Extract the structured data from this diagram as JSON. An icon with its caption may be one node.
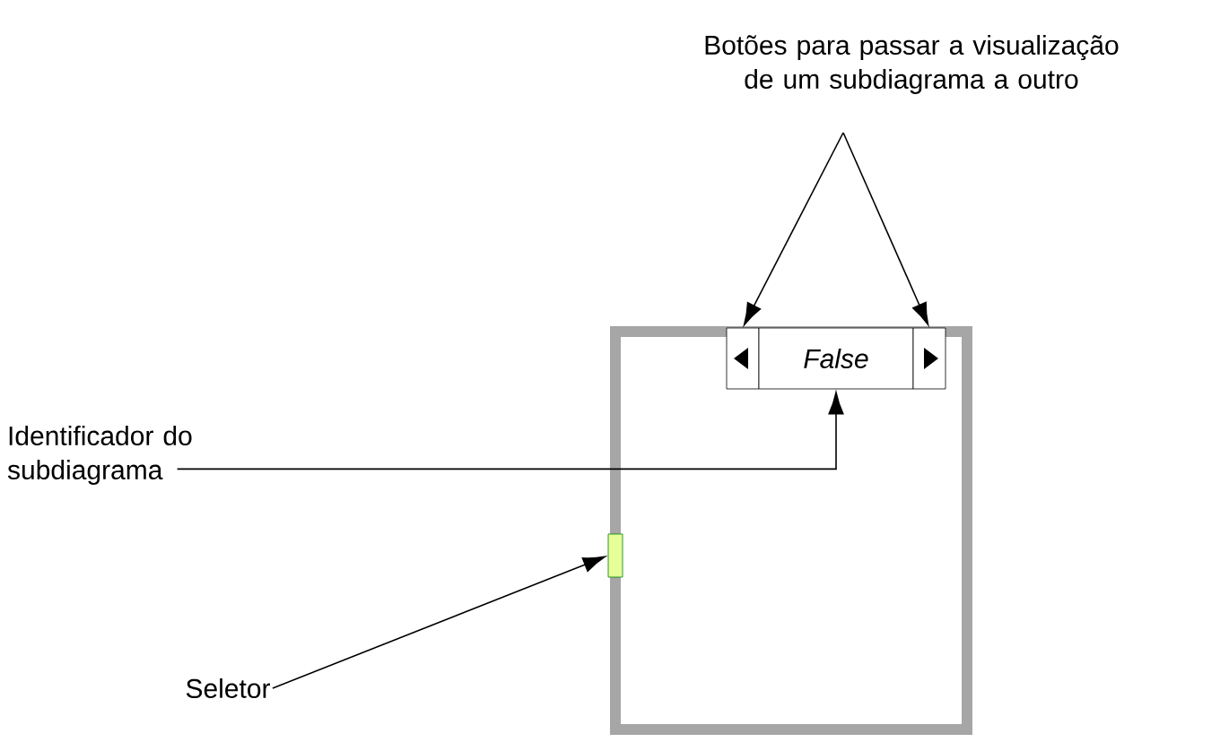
{
  "diagram": {
    "nodes": [
      {
        "text": [
          "Botões para passar a visualização de um subdiagrama a outro"
        ]
      },
      {
        "text": [],
        "shape": "box"
      },
      {
        "text": [],
        "shape": "box",
        "in": 1
      },
      {
        "text": [
          "False"
        ],
        "in": 1
      },
      {
        "text": [],
        "shape": "box",
        "in": 1
      },
      {
        "text": [
          "Identificador do subdiagrama"
        ]
      },
      {
        "text": [],
        "shape": "box"
      },
      {
        "text": [
          "Seletor"
        ]
      }
    ],
    "edges": [
      {
        "from": 0,
        "to": 2,
        "arrow": "to"
      },
      {
        "from": 0,
        "to": 4,
        "arrow": "to"
      },
      {
        "from": 5,
        "to": 3,
        "arrow": "to"
      },
      {
        "from": 7,
        "to": 6,
        "arrow": "to"
      }
    ]
  }
}
